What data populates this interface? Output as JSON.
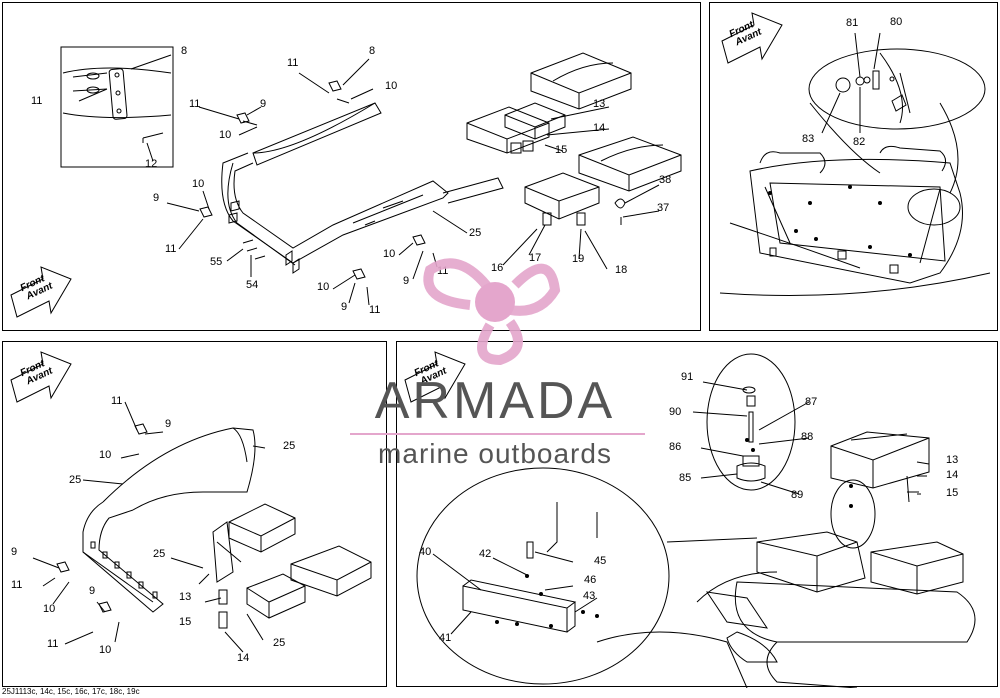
{
  "footer": "25J1113c, 14c, 15c, 16c, 17c, 18c, 19c",
  "logo": {
    "brand": "ARMADA",
    "tagline": "marine outboards",
    "accent": "#e4a6cc"
  },
  "arrow_text": [
    "Front",
    "Avant"
  ],
  "panels": {
    "top_left": {
      "labels": [
        {
          "t": "8"
        },
        {
          "t": "11"
        },
        {
          "t": "12"
        },
        {
          "t": "11"
        },
        {
          "t": "8"
        },
        {
          "t": "10"
        },
        {
          "t": "11"
        },
        {
          "t": "9"
        },
        {
          "t": "10"
        },
        {
          "t": "9"
        },
        {
          "t": "10"
        },
        {
          "t": "11"
        },
        {
          "t": "55"
        },
        {
          "t": "54"
        },
        {
          "t": "10"
        },
        {
          "t": "9"
        },
        {
          "t": "11"
        },
        {
          "t": "10"
        },
        {
          "t": "9"
        },
        {
          "t": "11"
        },
        {
          "t": "25"
        },
        {
          "t": "13"
        },
        {
          "t": "14"
        },
        {
          "t": "15"
        },
        {
          "t": "38"
        },
        {
          "t": "37"
        },
        {
          "t": "16"
        },
        {
          "t": "17"
        },
        {
          "t": "19"
        },
        {
          "t": "18"
        }
      ]
    },
    "top_right": {
      "labels": [
        {
          "t": "81"
        },
        {
          "t": "80"
        },
        {
          "t": "83"
        },
        {
          "t": "82"
        }
      ]
    },
    "bottom_left": {
      "labels": [
        {
          "t": "11"
        },
        {
          "t": "9"
        },
        {
          "t": "10"
        },
        {
          "t": "25"
        },
        {
          "t": "25"
        },
        {
          "t": "9"
        },
        {
          "t": "11"
        },
        {
          "t": "10"
        },
        {
          "t": "25"
        },
        {
          "t": "13"
        },
        {
          "t": "9"
        },
        {
          "t": "15"
        },
        {
          "t": "11"
        },
        {
          "t": "10"
        },
        {
          "t": "25"
        },
        {
          "t": "14"
        }
      ]
    },
    "bottom_right": {
      "labels": [
        {
          "t": "91"
        },
        {
          "t": "87"
        },
        {
          "t": "90"
        },
        {
          "t": "88"
        },
        {
          "t": "86"
        },
        {
          "t": "85"
        },
        {
          "t": "89"
        },
        {
          "t": "13"
        },
        {
          "t": "14"
        },
        {
          "t": "15"
        },
        {
          "t": "40"
        },
        {
          "t": "42"
        },
        {
          "t": "45"
        },
        {
          "t": "46"
        },
        {
          "t": "43"
        },
        {
          "t": "41"
        }
      ]
    }
  }
}
